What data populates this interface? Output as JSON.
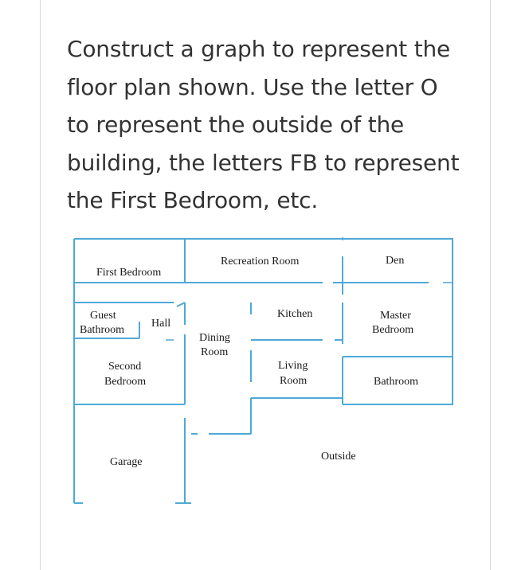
{
  "prompt_lines": [
    "Construct a graph to represent the",
    "floor plan shown.  Use the letter O",
    "to represent the outside of the",
    "building, the letters FB to represent",
    "the First Bedroom, etc."
  ],
  "rooms": {
    "first_bedroom": "First Bedroom",
    "recreation_room": "Recreation Room",
    "den": "Den",
    "guest": "Guest",
    "bathroom": "Bathroom",
    "hall": "Hall",
    "kitchen": "Kitchen",
    "master": "Master",
    "bedroom": "Bedroom",
    "dining": "Dining",
    "room": "Room",
    "second": "Second",
    "living": "Living",
    "bathroom_right": "Bathroom",
    "garage": "Garage",
    "outside": "Outside"
  },
  "colors": {
    "wall": "#4fa9d8",
    "text": "#333333"
  }
}
